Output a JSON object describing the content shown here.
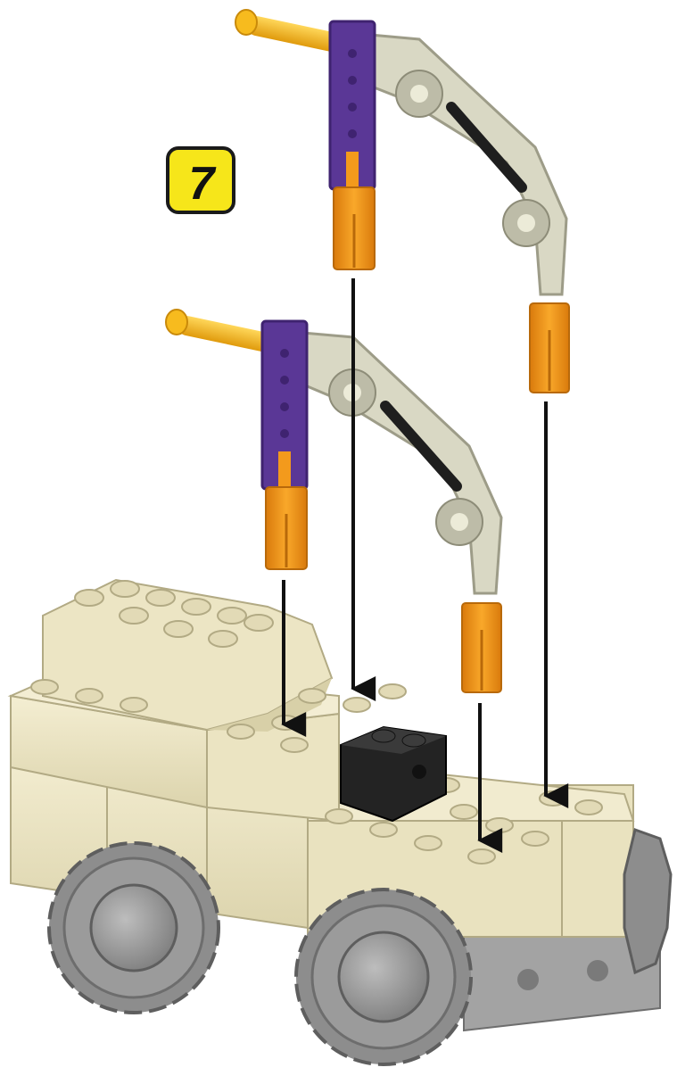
{
  "step": {
    "number": "7"
  },
  "colors": {
    "badge_fill": "#f6e61a",
    "badge_stroke": "#1a1a1a",
    "brick": "#ede6c4",
    "brick_shadow": "#cfc79f",
    "stud": "#e2dab6",
    "axle_yellow": "#f5b418",
    "connector_orange": "#f39a1c",
    "rod_purple": "#5a3796",
    "rod_purple_dark": "#3f2370",
    "link_gray": "#d9d8c4",
    "link_gray_dark": "#b7b6a1",
    "black_part": "#232323",
    "gear_gray": "#8d8d8d",
    "gear_gray_dark": "#6d6d6d",
    "chassis_gray": "#9a9a9a",
    "arrow": "#111111"
  },
  "icons": {
    "step_badge": "step-number-badge",
    "arrow": "down-arrow-icon",
    "gear": "gear-wheel-icon",
    "brick": "tan-brick",
    "connector": "orange-connector",
    "axle": "yellow-axle",
    "rod": "purple-rod",
    "angle_link": "gray-angle-link"
  }
}
